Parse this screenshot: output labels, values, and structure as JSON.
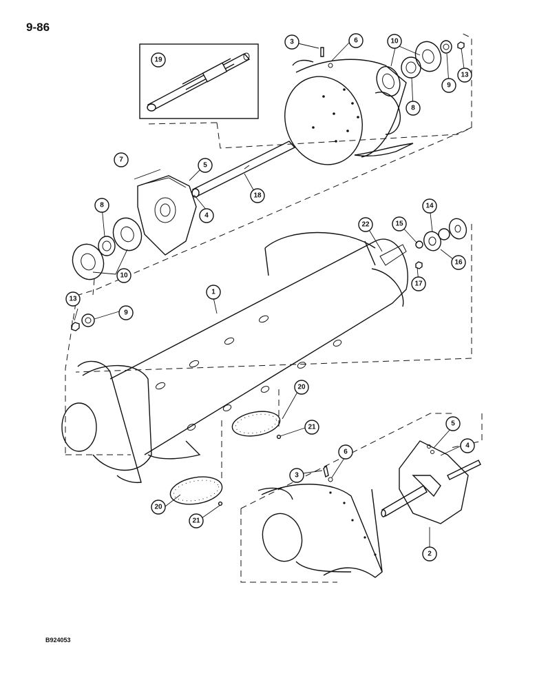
{
  "page": {
    "number": "9-86",
    "figure_code": "B924053"
  },
  "callouts": [
    {
      "label": "1"
    },
    {
      "label": "2"
    },
    {
      "label": "3"
    },
    {
      "label": "3"
    },
    {
      "label": "4"
    },
    {
      "label": "4"
    },
    {
      "label": "5"
    },
    {
      "label": "5"
    },
    {
      "label": "6"
    },
    {
      "label": "6"
    },
    {
      "label": "7"
    },
    {
      "label": "8"
    },
    {
      "label": "8"
    },
    {
      "label": "9"
    },
    {
      "label": "9"
    },
    {
      "label": "10"
    },
    {
      "label": "10"
    },
    {
      "label": "13"
    },
    {
      "label": "13"
    },
    {
      "label": "14"
    },
    {
      "label": "15"
    },
    {
      "label": "16"
    },
    {
      "label": "17"
    },
    {
      "label": "18"
    },
    {
      "label": "19"
    },
    {
      "label": "20"
    },
    {
      "label": "20"
    },
    {
      "label": "21"
    },
    {
      "label": "21"
    },
    {
      "label": "22"
    }
  ]
}
